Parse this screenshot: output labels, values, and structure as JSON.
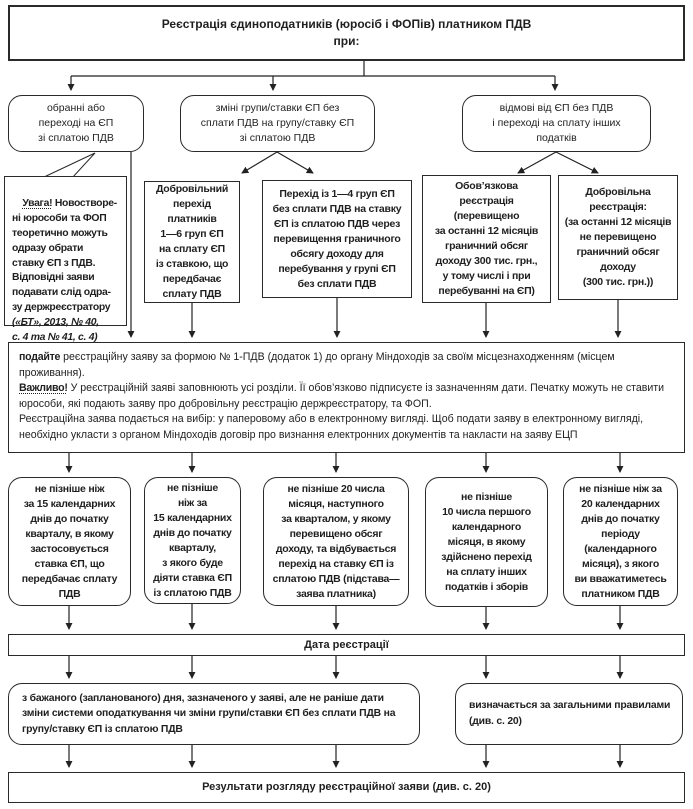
{
  "diagram": {
    "title": "Реєстрація єдиноподатників (юросіб і ФОПів) платником ПДВ\nпри:",
    "branches": {
      "b1": "обранні або\nпереході на ЄП\nзі сплатою ПДВ",
      "b2": "зміні групи/ставки ЄП без\nсплати ПДВ на групу/ставку ЄП\nзі сплатою ПДВ",
      "b3": "відмові від ЄП без ПДВ\nі переході на сплату інших\nподатків"
    },
    "note": {
      "label": "Увага!",
      "body": " Новостворе-\nні юрособи та ФОП\nтеоретично можуть\nодразу обрати\nставку ЄП з ПДВ.\nВідповідні заяви\nподавати слід одра-\nзу держреєстратору\n",
      "citation": "(«БТ», 2013, № 40,\nс. 4 та № 41, с. 4)"
    },
    "cases": {
      "c1": "Добровільний\nперехід\nплатників\n1—6 груп ЄП\nна сплату ЄП\nіз ставкою, що\nпередбачає\nсплату ПДВ",
      "c2": "Перехід із 1—4 груп ЄП\nбез сплати ПДВ на ставку\nЄП із сплатою ПДВ через\nперевищення граничного\nобсягу доходу для\nперебування у групі ЄП\nбез сплати ПДВ",
      "c3": "Обов’язкова\nреєстрація\n(перевищено\nза останні 12 місяців\nграничний обсяг\nдоходу 300 тис. грн.,\nу тому числі і при\nперебуванні на ЄП)",
      "c4": "Добровільна\nреєстрація:\n(за останні 12 місяців\nне перевищено\nграничний обсяг\nдоходу\n(300 тис. грн.))"
    },
    "application": {
      "lead": "подайте",
      "p1": " реєстраційну заяву за формою № 1-ПДВ (додаток 1) до органу Міндоходів за своїм місцезнаходженням (місцем проживання).",
      "important_label": "Важливо!",
      "p2": " У реєстраційній заяві заповнюють усі розділи. Її обов’язково підписуєте із зазначенням дати. Печатку можуть не ставити юрособи, які подають заяву про добровільну реєстрацію держреєстратору, та ФОП.",
      "p3": "Реєстраційна заява подається на вибір: у паперовому або в електронному вигляді. Щоб подати заяву в електронному вигляді, необхідно укласти з органом Міндоходів договір про визнання електронних документів та накласти на заяву ЕЦП"
    },
    "deadlines": {
      "d1": "не пізніше ніж\nза 15 календарних\nднів до початку\nкварталу, в якому\nзастосовується\nставка ЄП, що\nпередбачає сплату\nПДВ",
      "d2": "не пізніше\nніж за\n15 календарних\nднів до початку\nкварталу,\nз якого буде\nдіяти ставка ЄП\nіз сплатою ПДВ",
      "d3": "не пізніше 20 числа\nмісяця, наступного\nза кварталом, у якому\nперевищено обсяг\nдоходу, та відбувається\nперехід на ставку ЄП із\nсплатою ПДВ (підстава—\nзаява платника)",
      "d4": "не пізніше\n10 числа першого\nкалендарного\nмісяця, в якому\nздійснено перехід\nна сплату інших\nподатків і зборів",
      "d5": "не пізніше ніж за\n20 календарних\nднів до початку\nперіоду\n(календарного\nмісяця), з якого\nви вважатиметесь\nплатником ПДВ"
    },
    "date_bar": "Дата реєстрації",
    "results": {
      "left": "з бажаного (запланованого) дня, зазначеного у заяві, але не раніше дати зміни системи оподаткування чи зміни групи/ставки ЄП без сплати ПДВ на групу/ставку ЄП із сплатою ПДВ",
      "right": "визначається за загальними правилами (див. с. 20)"
    },
    "footer": "Результати розгляду реєстраційної заяви (див. с. 20)",
    "colors": {
      "ink": "#1f1f1f",
      "border": "#2a2a2a",
      "background": "#ffffff"
    }
  }
}
